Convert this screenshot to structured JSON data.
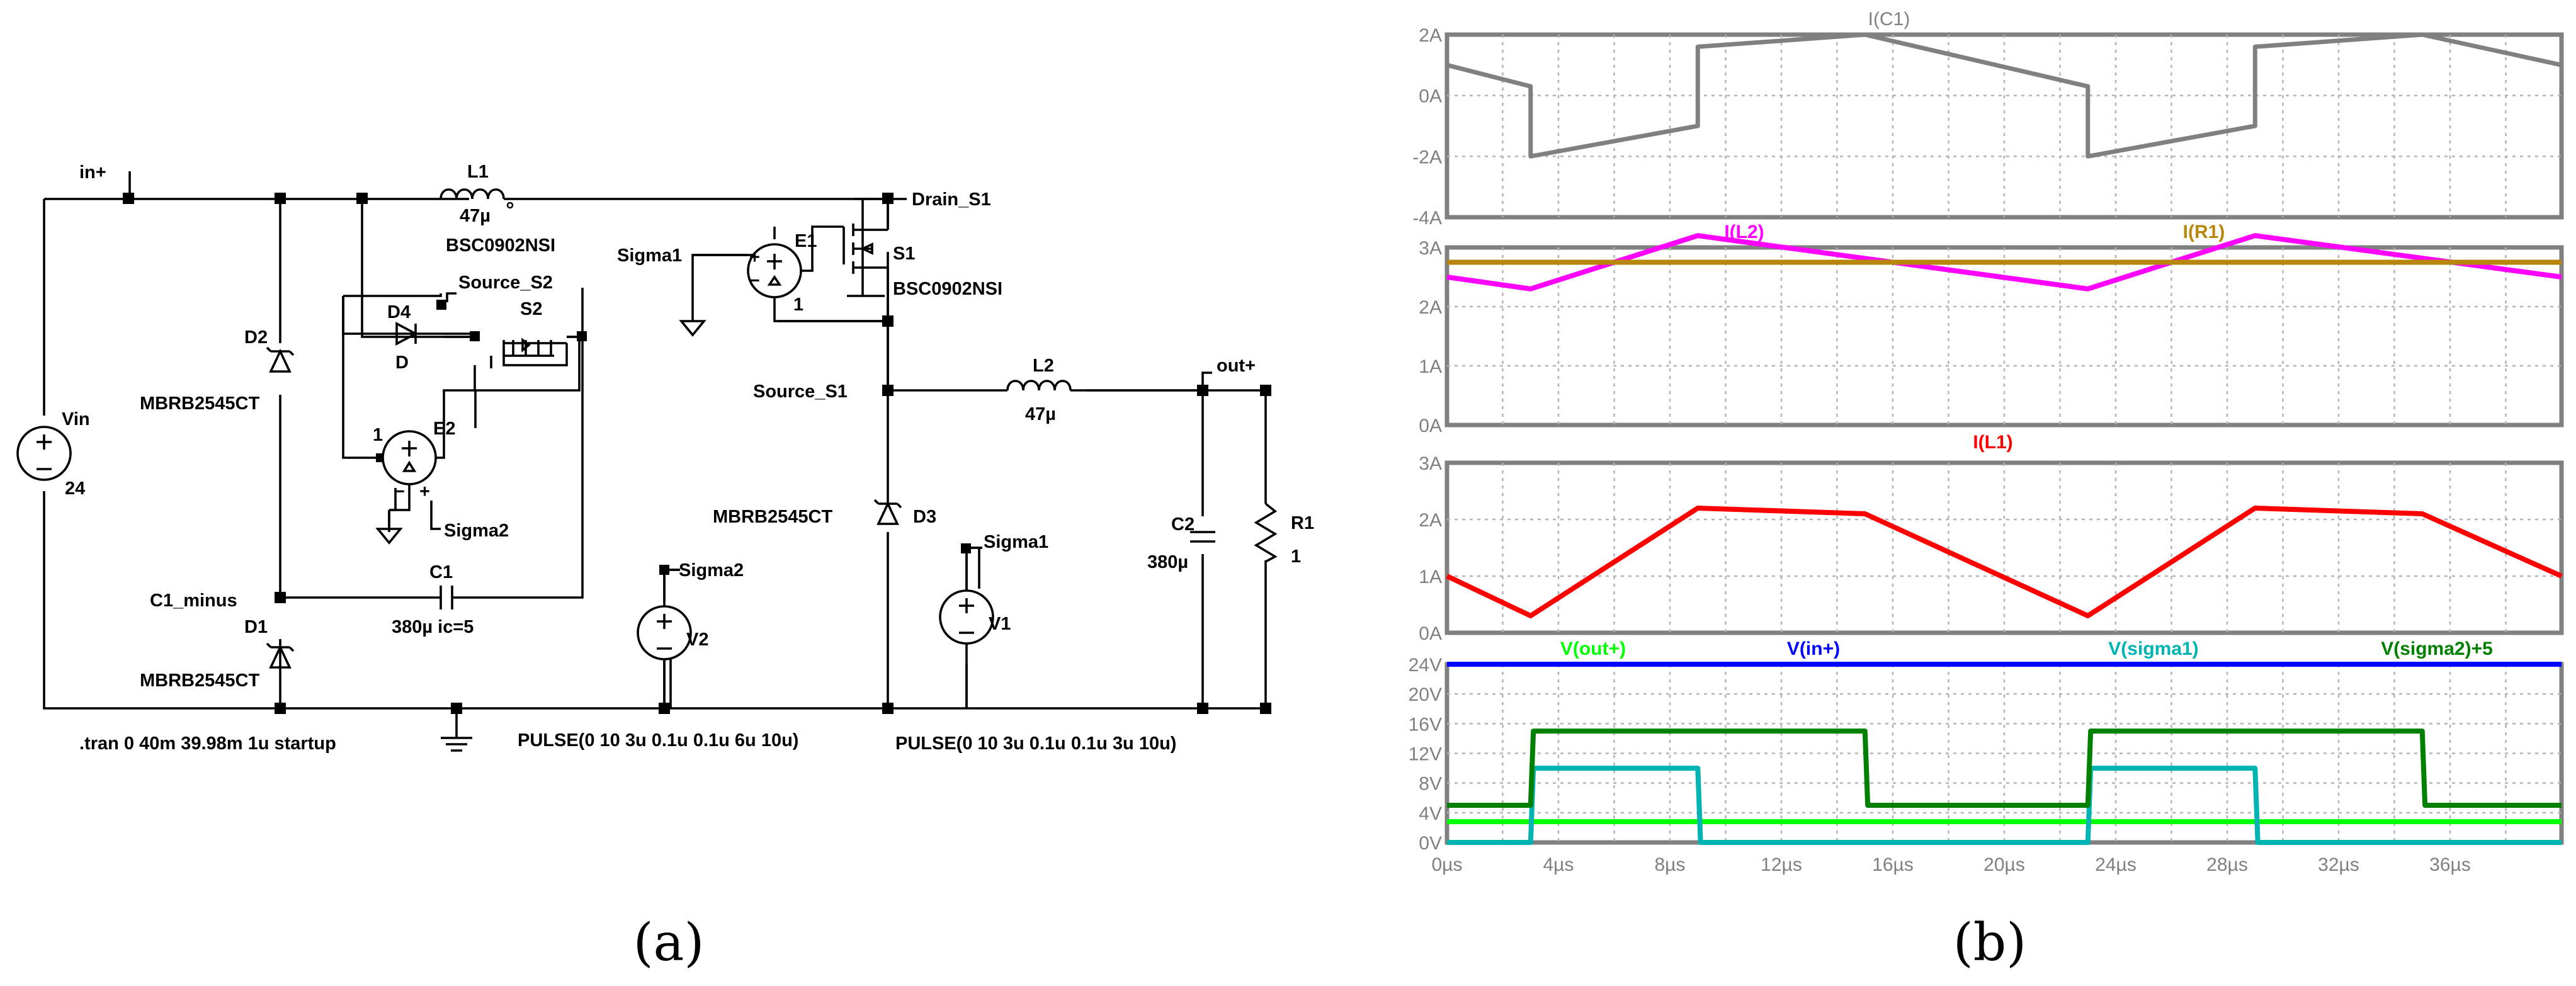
{
  "schematic": {
    "nets": {
      "in_plus": "in+",
      "drain_s1": "Drain_S1",
      "source_s1": "Source_S1",
      "source_s2": "Source_S2",
      "c1_minus": "C1_minus",
      "out_plus": "out+",
      "sigma1_e1": "Sigma1",
      "sigma2_e2": "Sigma2",
      "sigma2_v2": "Sigma2",
      "sigma1_v1": "Sigma1"
    },
    "components": {
      "L1": {
        "name": "L1",
        "value": "47µ",
        "model": "BSC0902NSI"
      },
      "L2": {
        "name": "L2",
        "value": "47µ"
      },
      "Vin": {
        "name": "Vin",
        "value": "24"
      },
      "D1": {
        "name": "D1",
        "model": "MBRB2545CT"
      },
      "D2": {
        "name": "D2",
        "model": "MBRB2545CT"
      },
      "D3": {
        "name": "D3",
        "model": "MBRB2545CT"
      },
      "D4": {
        "name": "D4",
        "value": "D"
      },
      "S1": {
        "name": "S1",
        "model": "BSC0902NSI"
      },
      "S2": {
        "name": "S2"
      },
      "E1": {
        "name": "E1",
        "pin": "1"
      },
      "E2": {
        "name": "E2",
        "pin": "1"
      },
      "C1": {
        "name": "C1",
        "value": "380µ ic=5"
      },
      "C2": {
        "name": "C2",
        "value": "380µ"
      },
      "R1": {
        "name": "R1",
        "value": "1"
      },
      "V1": {
        "name": "V1",
        "pulse": "PULSE(0 10 3u 0.1u 0.1u 3u 10u)"
      },
      "V2": {
        "name": "V2",
        "pulse": "PULSE(0 10 3u 0.1u 0.1u 6u 10u)"
      }
    },
    "directive": ".tran 0 40m 39.98m 1u startup"
  },
  "chart_data": [
    {
      "type": "line",
      "panel": "I(C1)",
      "x_unit": "µs",
      "xlim": [
        0,
        40
      ],
      "ylim": [
        -4,
        2
      ],
      "yticks": [
        "2A",
        "0A",
        "-2A",
        "-4A"
      ],
      "series": [
        {
          "name": "I(C1)",
          "color": "#808080",
          "x": [
            0,
            3,
            3,
            9,
            9,
            15,
            15,
            23,
            23,
            29,
            29,
            35,
            35,
            40
          ],
          "y": [
            1.0,
            0.3,
            -2.0,
            -1.0,
            1.6,
            2.0,
            2.0,
            0.3,
            -2.0,
            -1.0,
            1.6,
            2.0,
            2.0,
            1.0
          ]
        }
      ]
    },
    {
      "type": "line",
      "panel": "I(L2) / I(R1)",
      "x_unit": "µs",
      "xlim": [
        0,
        40
      ],
      "ylim": [
        0,
        3
      ],
      "yticks": [
        "3A",
        "2A",
        "1A",
        "0A"
      ],
      "series": [
        {
          "name": "I(L2)",
          "color": "#ff00ff",
          "x": [
            0,
            3,
            9,
            23,
            29,
            40
          ],
          "y": [
            2.5,
            2.3,
            3.2,
            2.3,
            3.2,
            2.5
          ]
        },
        {
          "name": "I(R1)",
          "color": "#b8860b",
          "x": [
            0,
            40
          ],
          "y": [
            2.75,
            2.75
          ]
        }
      ]
    },
    {
      "type": "line",
      "panel": "I(L1)",
      "x_unit": "µs",
      "xlim": [
        0,
        40
      ],
      "ylim": [
        0,
        3
      ],
      "yticks": [
        "3A",
        "2A",
        "1A",
        "0A"
      ],
      "series": [
        {
          "name": "I(L1)",
          "color": "#ff0000",
          "x": [
            0,
            3,
            9,
            15,
            23,
            29,
            35,
            40
          ],
          "y": [
            1.0,
            0.3,
            2.2,
            2.1,
            0.3,
            2.2,
            2.1,
            1.0
          ]
        }
      ]
    },
    {
      "type": "line",
      "panel": "voltages",
      "x_unit": "µs",
      "xlim": [
        0,
        40
      ],
      "ylim": [
        0,
        24
      ],
      "yticks": [
        "24V",
        "20V",
        "16V",
        "12V",
        "8V",
        "4V",
        "0V"
      ],
      "xticks": [
        "0µs",
        "4µs",
        "8µs",
        "12µs",
        "16µs",
        "20µs",
        "24µs",
        "28µs",
        "32µs",
        "36µs"
      ],
      "series": [
        {
          "name": "V(out+)",
          "color": "#00ff00",
          "x": [
            0,
            40
          ],
          "y": [
            2.8,
            2.8
          ]
        },
        {
          "name": "V(in+)",
          "color": "#0000ff",
          "x": [
            0,
            40
          ],
          "y": [
            24,
            24
          ]
        },
        {
          "name": "V(sigma1)",
          "color": "#00b4b4",
          "x": [
            0,
            3,
            3.1,
            9,
            9.1,
            23,
            23.1,
            29,
            29.1,
            40
          ],
          "y": [
            0,
            0,
            10,
            10,
            0,
            0,
            10,
            10,
            0,
            0
          ]
        },
        {
          "name": "V(sigma2)+5",
          "color": "#008000",
          "x": [
            0,
            3,
            3.1,
            15,
            15.1,
            23,
            23.1,
            35,
            35.1,
            40
          ],
          "y": [
            5,
            5,
            15,
            15,
            5,
            5,
            15,
            15,
            5,
            5
          ]
        }
      ]
    }
  ],
  "captions": {
    "a": "(a)",
    "b": "(b)"
  }
}
